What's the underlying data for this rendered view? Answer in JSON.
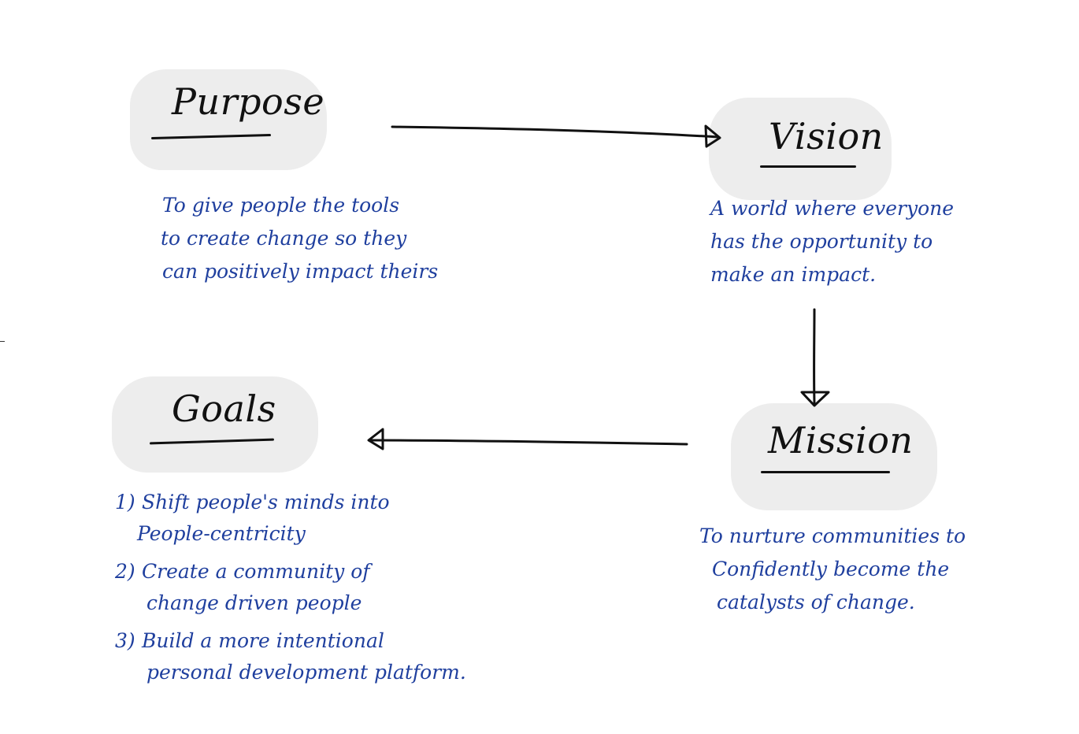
{
  "purpose": {
    "heading": "Purpose",
    "text_lines": [
      "To give people the tools",
      "to create change so they",
      "can positively impact theirs"
    ]
  },
  "vision": {
    "heading": "Vision",
    "text_lines": [
      "A world where everyone",
      "has the opportunity to",
      "make an impact."
    ]
  },
  "mission": {
    "heading": "Mission",
    "text_lines": [
      "To nurture communities to",
      "Confidently become the",
      "catalysts of change."
    ]
  },
  "goals": {
    "heading": "Goals",
    "items": [
      {
        "num": "1)",
        "line1": "Shift people's minds into",
        "line2": "People-centricity"
      },
      {
        "num": "2)",
        "line1": "Create a community of",
        "line2": "change driven people"
      },
      {
        "num": "3)",
        "line1": "Build a more intentional",
        "line2": "personal development platform."
      }
    ]
  },
  "colors": {
    "ink": "#111111",
    "note_ink": "#1f3f9e",
    "blob": "#ededed"
  }
}
